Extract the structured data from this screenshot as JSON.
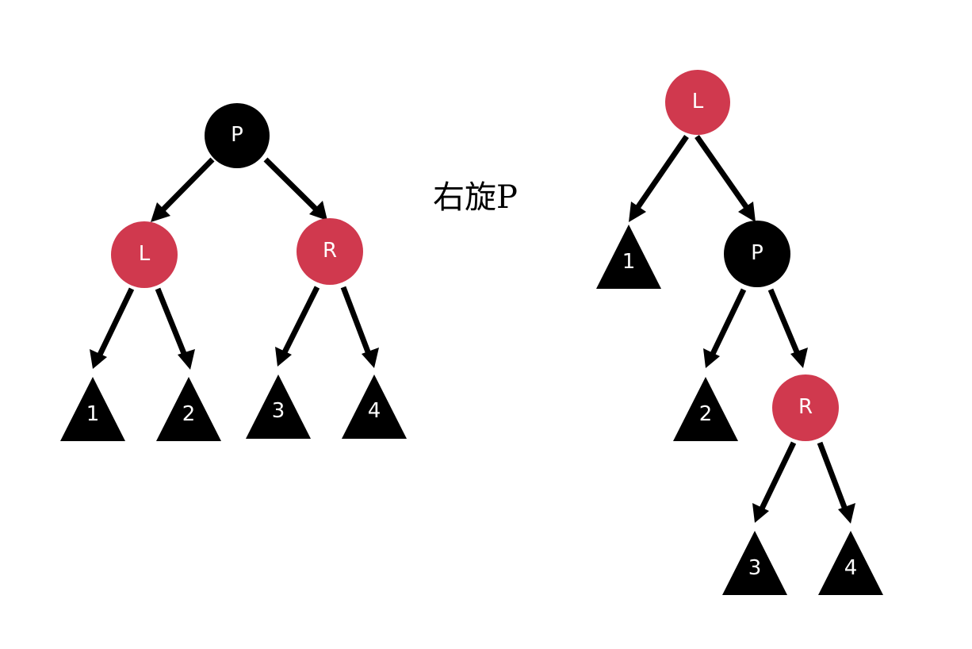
{
  "colors": {
    "red_node": "#d0394e",
    "black_node": "#000000",
    "edge": "#000000",
    "label_text": "#ffffff"
  },
  "operation_label": "右旋P",
  "before": {
    "nodes": {
      "p": {
        "label": "P",
        "color": "black"
      },
      "l": {
        "label": "L",
        "color": "red"
      },
      "r": {
        "label": "R",
        "color": "red"
      }
    },
    "leaves": {
      "t1": "1",
      "t2": "2",
      "t3": "3",
      "t4": "4"
    },
    "edges": [
      [
        "p",
        "l"
      ],
      [
        "p",
        "r"
      ],
      [
        "l",
        "t1"
      ],
      [
        "l",
        "t2"
      ],
      [
        "r",
        "t3"
      ],
      [
        "r",
        "t4"
      ]
    ]
  },
  "after": {
    "nodes": {
      "l": {
        "label": "L",
        "color": "red"
      },
      "p": {
        "label": "P",
        "color": "black"
      },
      "r": {
        "label": "R",
        "color": "red"
      }
    },
    "leaves": {
      "t1": "1",
      "t2": "2",
      "t3": "3",
      "t4": "4"
    },
    "edges": [
      [
        "l",
        "t1"
      ],
      [
        "l",
        "p"
      ],
      [
        "p",
        "t2"
      ],
      [
        "p",
        "r"
      ],
      [
        "r",
        "t3"
      ],
      [
        "r",
        "t4"
      ]
    ]
  }
}
